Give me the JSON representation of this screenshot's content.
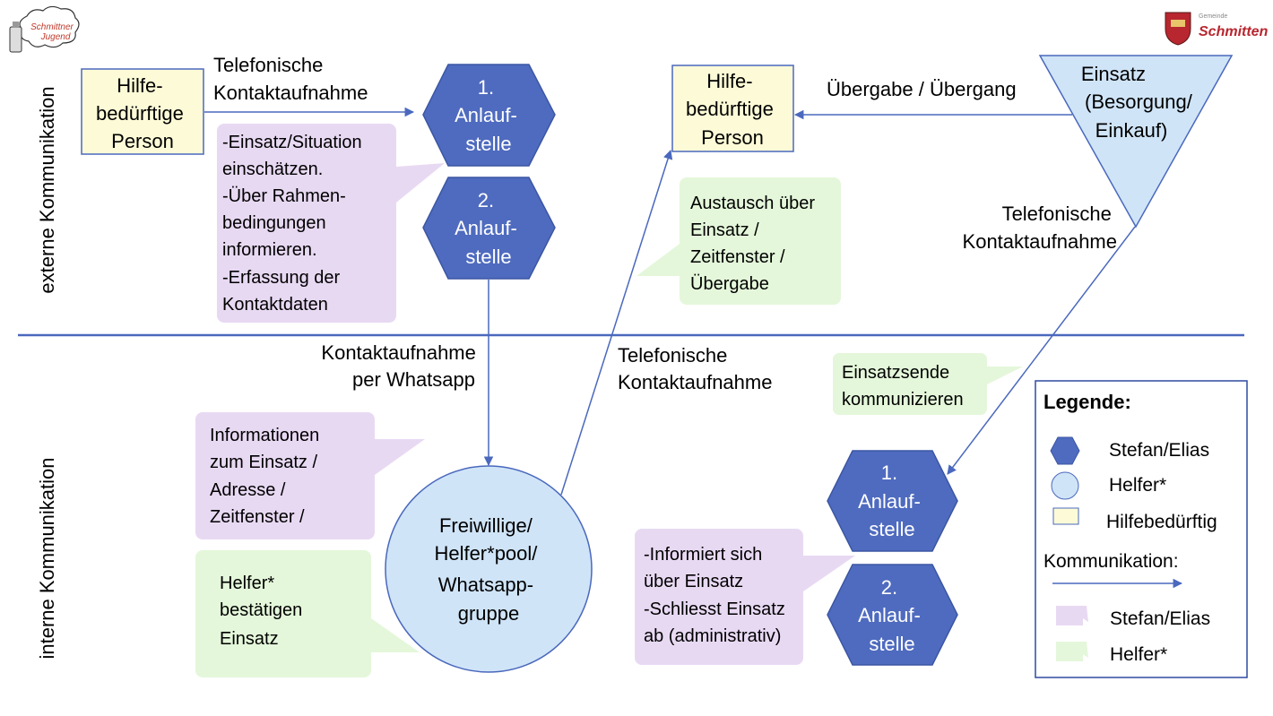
{
  "logos": {
    "left_text_1": "Schmittner",
    "left_text_2": "Jugend",
    "right_small": "Gemeinde",
    "right_name": "Schmitten"
  },
  "sections": {
    "external": "externe Kommunikation",
    "internal": "interne Kommunikation"
  },
  "nodes": {
    "person_left": [
      "Hilfe-",
      "bedürftige",
      "Person"
    ],
    "person_right": [
      "Hilfe-",
      "bedürftige",
      "Person"
    ],
    "hex_top_1": [
      "1.",
      "Anlauf-",
      "stelle"
    ],
    "hex_top_2": [
      "2.",
      "Anlauf-",
      "stelle"
    ],
    "hex_bottom_1": [
      "1.",
      "Anlauf-",
      "stelle"
    ],
    "hex_bottom_2": [
      "2.",
      "Anlauf-",
      "stelle"
    ],
    "einsatz": [
      "Einsatz",
      "(Besorgung/",
      "Einkauf)"
    ],
    "pool": [
      "Freiwillige/",
      "Helfer*pool/",
      "Whatsapp-",
      "gruppe"
    ]
  },
  "edge_labels": {
    "tel_top_left": [
      "Telefonische",
      "Kontaktaufnahme"
    ],
    "uebergabe": "Übergabe / Übergang",
    "tel_right": [
      "Telefonische",
      "Kontaktaufnahme"
    ],
    "whatsapp": [
      "Kontaktaufnahme",
      "per Whatsapp"
    ],
    "tel_middle": [
      "Telefonische",
      "Kontaktaufnahme"
    ]
  },
  "callouts": {
    "einschaetzen": [
      "-Einsatz/Situation",
      "einschätzen.",
      "-Über Rahmen-",
      "bedingungen",
      "informieren.",
      "-Erfassung der",
      "Kontaktdaten"
    ],
    "austausch": [
      "Austausch über",
      "Einsatz /",
      "Zeitfenster /",
      "Übergabe"
    ],
    "einsatzsende": [
      "Einsatzsende",
      "kommunizieren"
    ],
    "informationen": [
      "Informationen",
      "zum Einsatz /",
      "Adresse /",
      "Zeitfenster /"
    ],
    "bestaetigen": [
      "Helfer*",
      "bestätigen",
      "Einsatz"
    ],
    "informiert": [
      "-Informiert sich",
      "über Einsatz",
      "-Schliesst Einsatz",
      "ab (administrativ)"
    ]
  },
  "legend": {
    "title": "Legende:",
    "hexagon": "Stefan/Elias",
    "circle": "Helfer*",
    "box": "Hilfebedürftig",
    "communication": "Kommunikation:",
    "callout_purple": "Stefan/Elias",
    "callout_green": "Helfer*"
  },
  "colors": {
    "hexagon_fill": "#4f6bbf",
    "circle_fill": "#cfe4f7",
    "person_fill": "#fdfbd7",
    "callout_purple": "#e8d9f3",
    "callout_green": "#e4f7da",
    "line": "#4a68bd"
  }
}
